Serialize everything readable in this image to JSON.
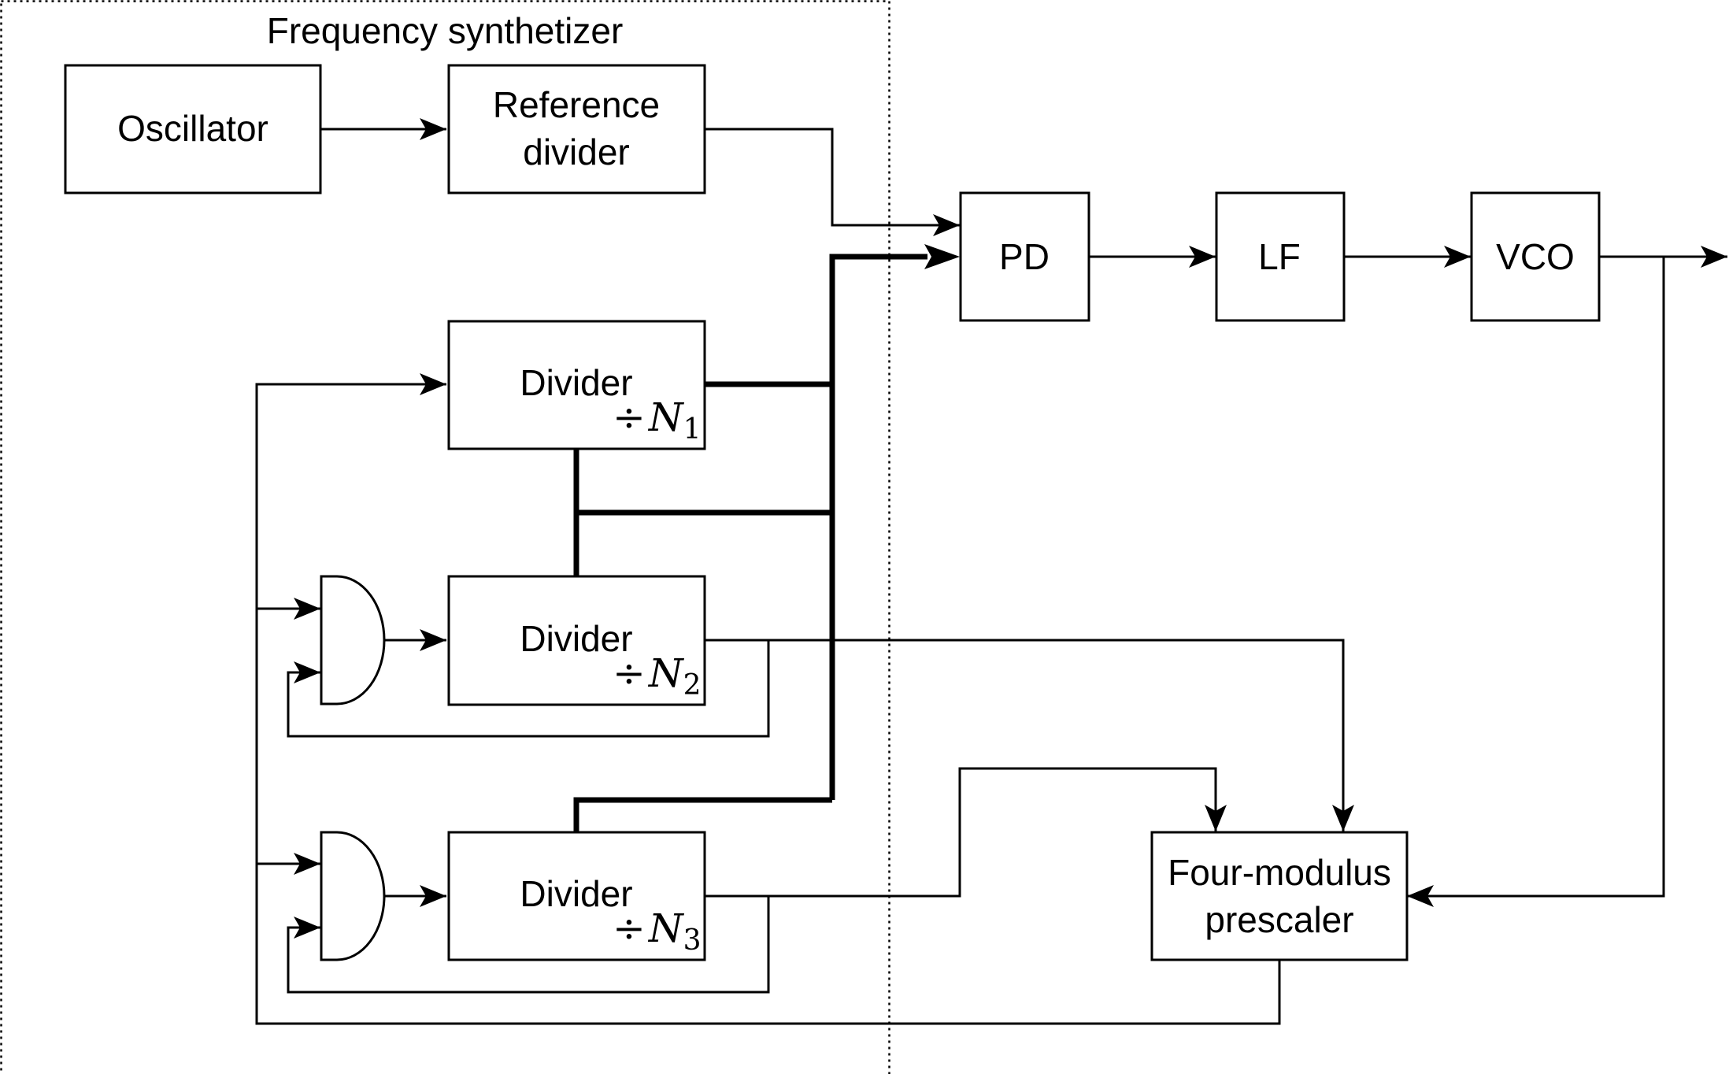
{
  "frame": {
    "title": "Frequency synthetizer"
  },
  "blocks": {
    "oscillator": "Oscillator",
    "reference_divider": [
      "Reference",
      "divider"
    ],
    "pd": "PD",
    "lf": "LF",
    "vco": "VCO",
    "prescaler": [
      "Four-modulus",
      "prescaler"
    ]
  },
  "dividers": [
    {
      "label": "Divider",
      "symbol": "÷",
      "var": "N",
      "sub": "1"
    },
    {
      "label": "Divider",
      "symbol": "÷",
      "var": "N",
      "sub": "2"
    },
    {
      "label": "Divider",
      "symbol": "÷",
      "var": "N",
      "sub": "3"
    }
  ],
  "and_gates": [
    {
      "inputs": 2,
      "feeds": "Divider ÷N2"
    },
    {
      "inputs": 2,
      "feeds": "Divider ÷N3"
    }
  ]
}
